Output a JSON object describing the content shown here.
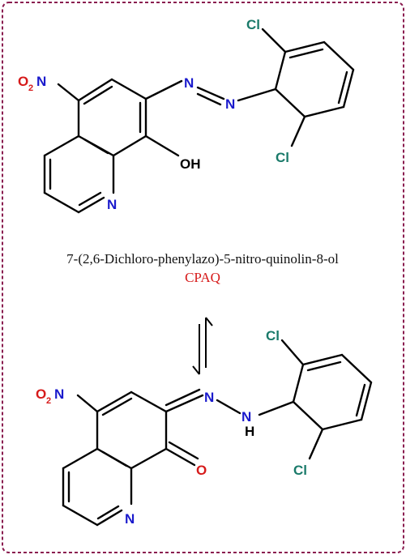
{
  "caption": {
    "name": "7-(2,6-Dichloro-phenylazo)-5-nitro-quinolin-8-ol",
    "abbreviation": "CPAQ"
  },
  "colors": {
    "frame": "#8a1c4f",
    "bond": "#000000",
    "nitrogen": "#1a1acc",
    "oxygen": "#d61a1a",
    "chlorine": "#1a7a6a",
    "abbreviation": "#d61a1a"
  },
  "azo_form": {
    "nitro": {
      "main": "O",
      "sub": "2",
      "tail": "N"
    },
    "azo_n1": "N",
    "azo_n2": "N",
    "hydroxyl": "OH",
    "ring_n": "N",
    "cl_top": "Cl",
    "cl_bottom": "Cl"
  },
  "hydrazone_form": {
    "nitro": {
      "main": "O",
      "sub": "2",
      "tail": "N"
    },
    "imine_n": "N",
    "nh": "N",
    "nh_h": "H",
    "carbonyl_o": "O",
    "ring_n": "N",
    "cl_top": "Cl",
    "cl_bottom": "Cl"
  },
  "equilibrium": "reversible"
}
